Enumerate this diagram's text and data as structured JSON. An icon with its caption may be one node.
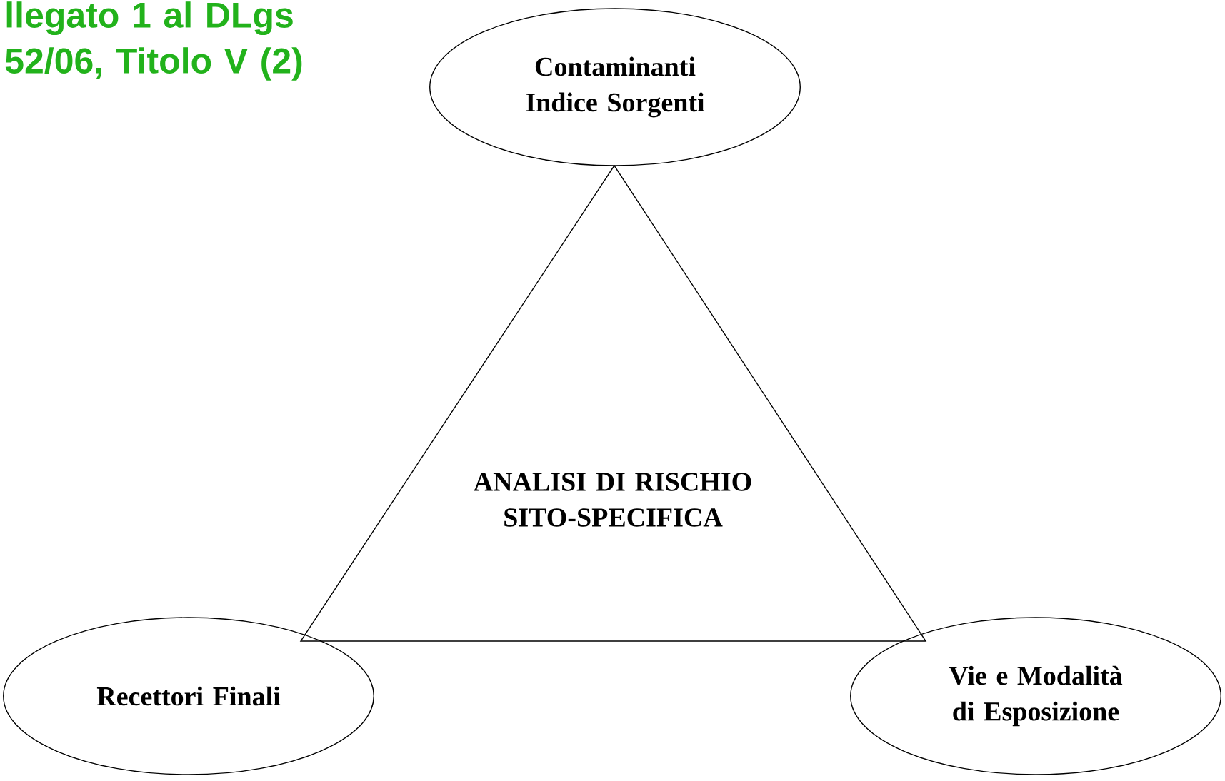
{
  "diagram": {
    "title": "llegato 1 al DLgs 52/06, Titolo V (2)",
    "nodes": [
      {
        "text": [
          "Contaminanti Indice Sorgenti"
        ]
      },
      {
        "text": [
          "ANALISI DI RISCHIO SITO-SPECIFICA"
        ]
      },
      {
        "text": [
          "Recettori Finali"
        ]
      },
      {
        "text": [
          "Vie e Modalità di Esposizione"
        ]
      }
    ]
  }
}
